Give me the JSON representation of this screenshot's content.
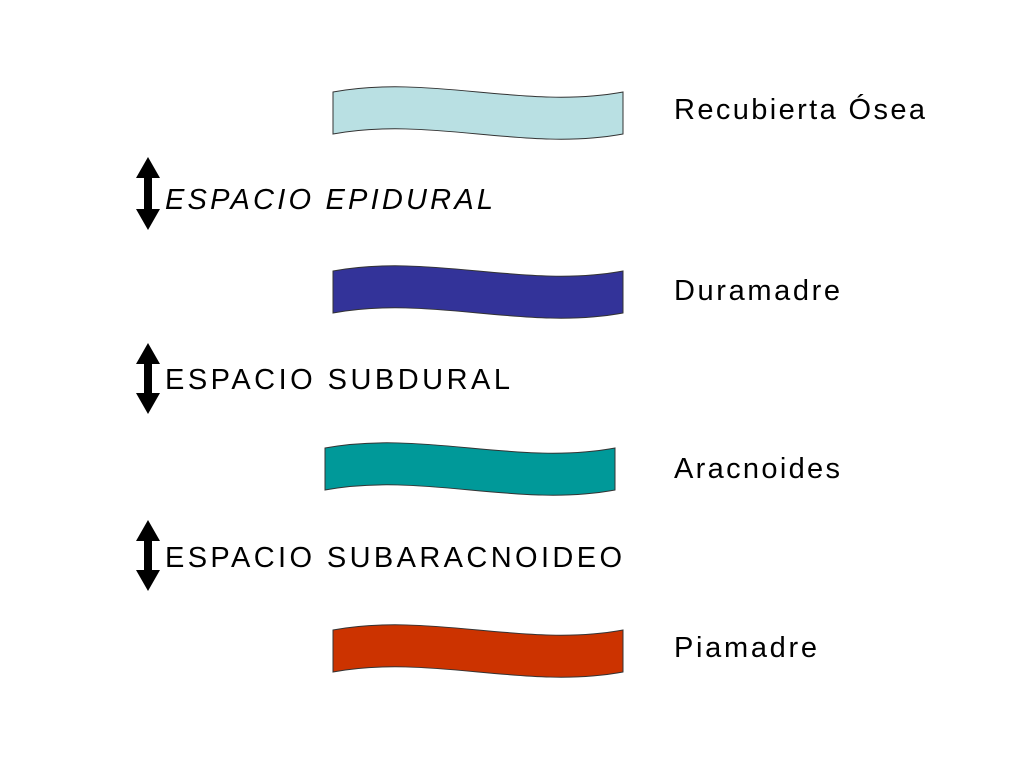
{
  "layers": [
    {
      "label": "Recubierta Ósea",
      "color": "#B9E0E3"
    },
    {
      "label": "Duramadre",
      "color": "#333399"
    },
    {
      "label": "Aracnoides",
      "color": "#009999"
    },
    {
      "label": "Piamadre",
      "color": "#CC3300"
    }
  ],
  "spaces": [
    {
      "label": "ESPACIO EPIDURAL",
      "italic": true
    },
    {
      "label": "ESPACIO SUBDURAL",
      "italic": false
    },
    {
      "label": "ESPACIO SUBARACNOIDEO",
      "italic": false
    }
  ]
}
